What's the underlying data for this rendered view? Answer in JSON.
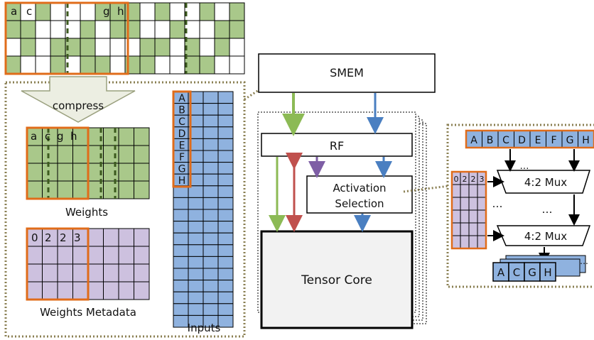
{
  "dense_weights": {
    "row0_labels": [
      "a",
      "",
      "c",
      "",
      "",
      "",
      "g",
      "h"
    ],
    "colors": {
      "green": "#a9c88a",
      "white": "#ffffff",
      "highlight": "#e06c1a",
      "dashed": "#3c5a1e"
    }
  },
  "compress_label": "compress",
  "weights": {
    "labels": [
      "a",
      "c",
      "g",
      "h"
    ],
    "caption": "Weights"
  },
  "metadata": {
    "values": [
      "0",
      "2",
      "2",
      "3"
    ],
    "caption": "Weights Metadata",
    "color": "#cdc1df"
  },
  "inputs": {
    "labels": [
      "A",
      "B",
      "C",
      "D",
      "E",
      "F",
      "G",
      "H"
    ],
    "caption": "Inputs",
    "color": "#8fb2df"
  },
  "arch": {
    "smem": "SMEM",
    "rf": "RF",
    "activation_selection": [
      "Activation",
      "Selection"
    ],
    "tensor_core": "Tensor Core",
    "arrow_colors": {
      "green": "#8cba55",
      "blue": "#4a7fc1",
      "red": "#c0504d",
      "purple": "#7e5ea5"
    }
  },
  "mux": {
    "input_row": [
      "A",
      "B",
      "C",
      "D",
      "E",
      "F",
      "G",
      "H"
    ],
    "meta_values": [
      "0",
      "2",
      "2",
      "3"
    ],
    "mux_label": "4:2 Mux",
    "ellipsis": "…",
    "output_row": [
      "A",
      "C",
      "G",
      "H"
    ]
  }
}
